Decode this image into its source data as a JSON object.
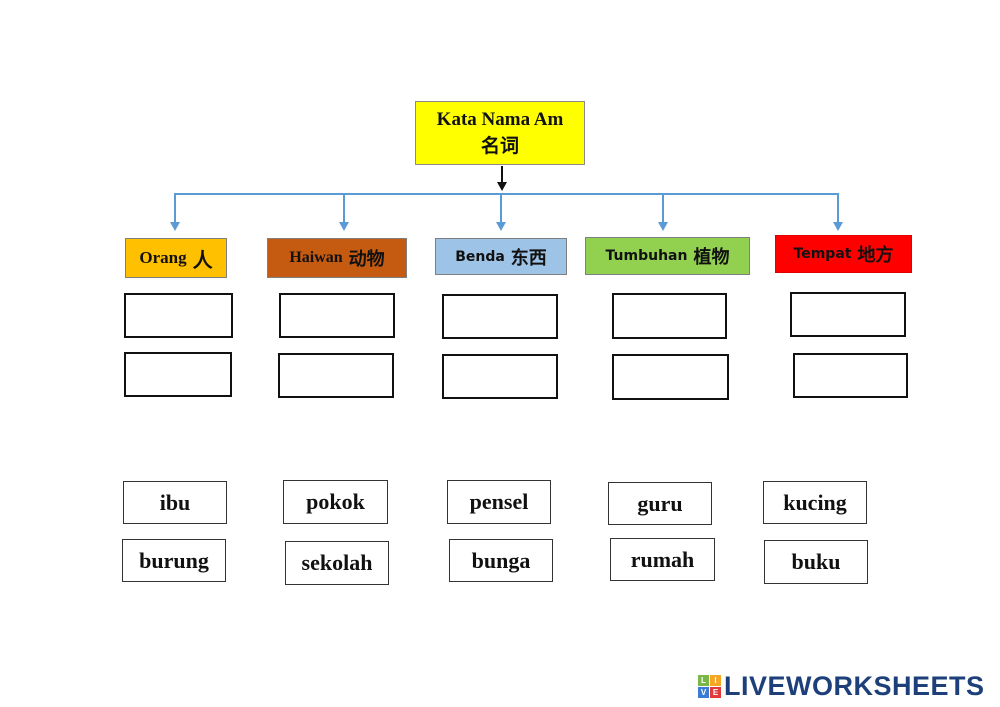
{
  "root": {
    "title_ms": "Kata Nama Am",
    "title_zh": "名词",
    "color": "#ffff00"
  },
  "categories": [
    {
      "label_ms": "Orang",
      "label_zh": "人",
      "color": "#ffc000"
    },
    {
      "label_ms": "Haiwan",
      "label_zh": "动物",
      "color": "#c55a11"
    },
    {
      "label_ms": "Benda",
      "label_zh": "东西",
      "color": "#9dc3e6"
    },
    {
      "label_ms": "Tumbuhan",
      "label_zh": "植物",
      "color": "#92d050"
    },
    {
      "label_ms": "Tempat",
      "label_zh": "地方",
      "color": "#ff0000"
    }
  ],
  "connector_color": "#5b9bd5",
  "word_bank": {
    "row1": [
      "ibu",
      "pokok",
      "pensel",
      "guru",
      "kucing"
    ],
    "row2": [
      "burung",
      "sekolah",
      "bunga",
      "rumah",
      "buku"
    ]
  },
  "branding": {
    "logo_letters": [
      "L",
      "I",
      "V",
      "E"
    ],
    "logo_colors": [
      "#7ab648",
      "#f5a623",
      "#3a7bd5",
      "#e03a3a"
    ],
    "text": "LIVEWORKSHEETS"
  }
}
